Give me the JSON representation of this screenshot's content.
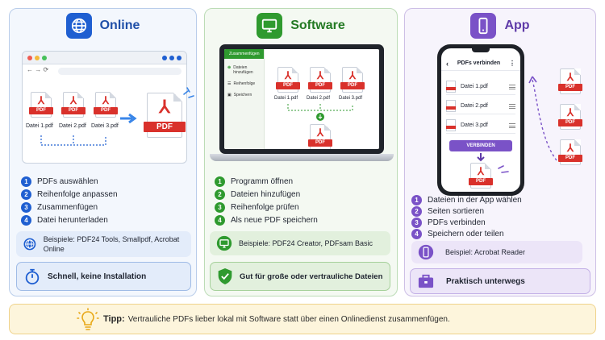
{
  "online": {
    "title": "Online",
    "files": [
      "Datei 1.pdf",
      "Datei 2.pdf",
      "Datei 3.pdf"
    ],
    "pdf_label": "PDF",
    "steps": [
      "PDFs auswählen",
      "Reihenfolge anpassen",
      "Zusammenfügen",
      "Datei herunterladen"
    ],
    "examples": "Beispiele: PDF24 Tools, Smallpdf, Acrobat Online",
    "benefit": "Schnell, keine Installation"
  },
  "software": {
    "title": "Software",
    "app_header": "Zusammenfügen",
    "sidebar": [
      "Dateien hinzufügen",
      "Reihenfolge",
      "Speichern"
    ],
    "files": [
      "Datei 1.pdf",
      "Datei 2.pdf",
      "Datei 3.pdf"
    ],
    "steps": [
      "Programm öffnen",
      "Dateien hinzufügen",
      "Reihenfolge prüfen",
      "Als neue PDF speichern"
    ],
    "examples": "Beispiele: PDF24 Creator, PDFsam Basic",
    "benefit": "Gut für große oder vertrauliche Dateien"
  },
  "app": {
    "title": "App",
    "phone_title": "PDFs verbinden",
    "files": [
      "Datei 1.pdf",
      "Datei 2.pdf",
      "Datei 3.pdf"
    ],
    "button": "VERBINDEN",
    "steps": [
      "Dateien in der App wählen",
      "Seiten sortieren",
      "PDFs verbinden",
      "Speichern oder teilen"
    ],
    "examples": "Beispiel: Acrobat Reader",
    "benefit": "Praktisch unterwegs"
  },
  "step_numbers": [
    "1",
    "2",
    "3",
    "4"
  ],
  "tip": {
    "label": "Tipp:",
    "text": "Vertrauliche PDFs lieber lokal mit Software statt über einen Onlinedienst zusammenfügen."
  },
  "colors": {
    "online": "#1f5fd1",
    "software": "#2f9a2f",
    "app": "#7a52c7",
    "pdf_red": "#d9312b",
    "tip_bg": "#fdf5dc"
  }
}
